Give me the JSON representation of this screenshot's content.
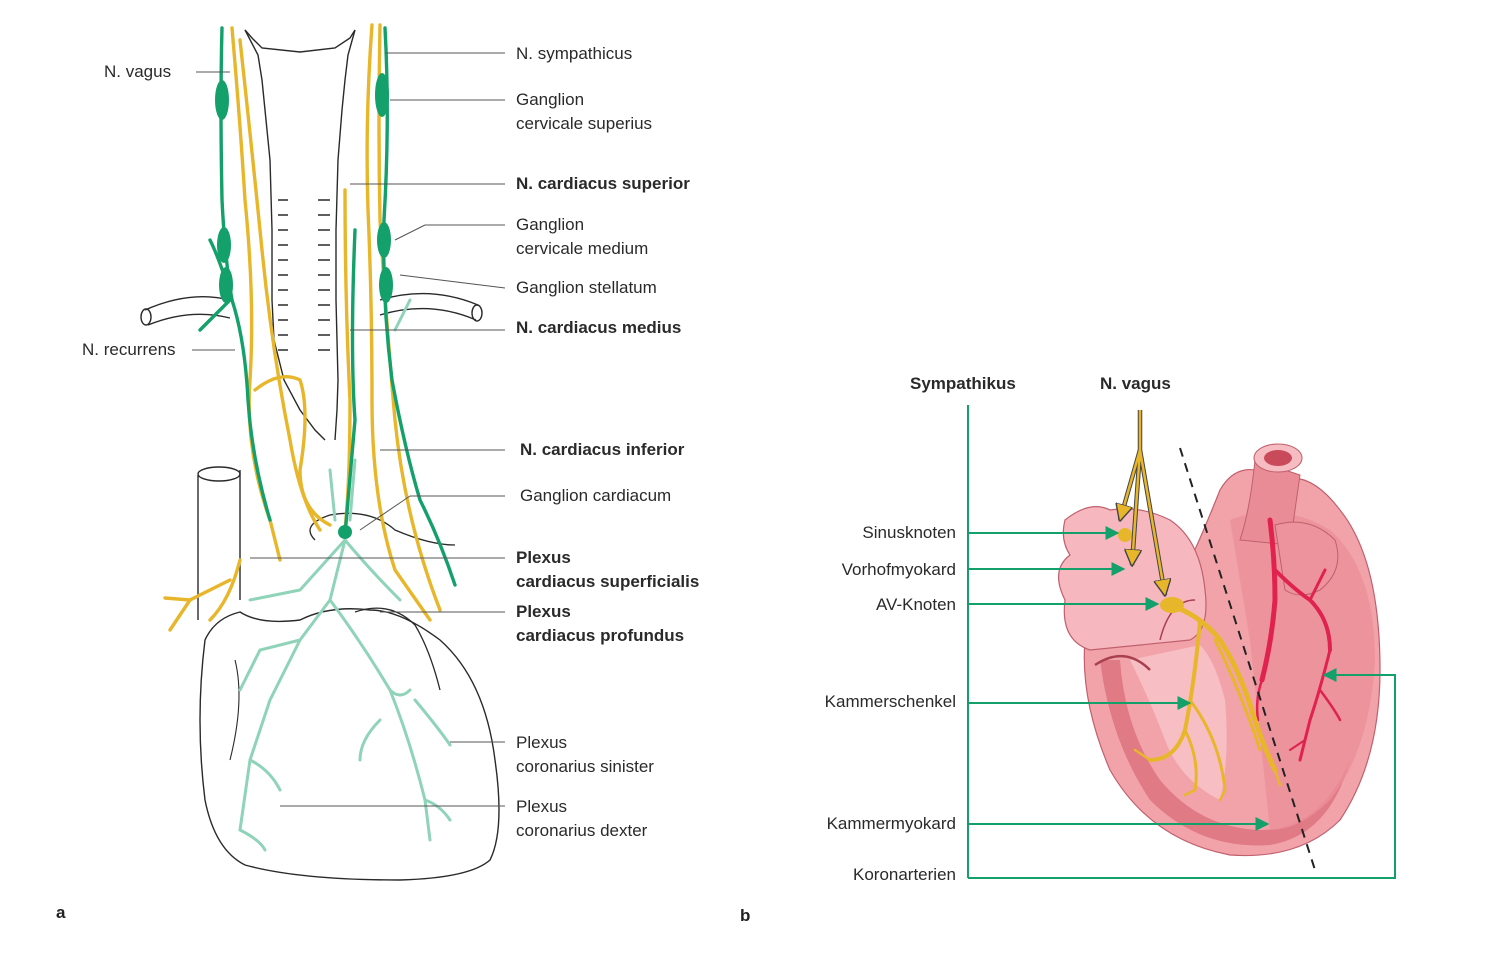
{
  "panel_a": {
    "letter": "a",
    "labels": {
      "n_vagus": "N. vagus",
      "n_recurrens": "N. recurrens",
      "n_sympathicus": "N. sympathicus",
      "ganglion_cervicale_superius_1": "Ganglion",
      "ganglion_cervicale_superius_2": "cervicale superius",
      "n_cardiacus_superior": "N. cardiacus superior",
      "ganglion_cervicale_medium_1": "Ganglion",
      "ganglion_cervicale_medium_2": "cervicale medium",
      "ganglion_stellatum": "Ganglion stellatum",
      "n_cardiacus_medius": "N. cardiacus medius",
      "n_cardiacus_inferior": "N. cardiacus inferior",
      "ganglion_cardiacum": "Ganglion cardiacum",
      "plexus_superficialis_1": "Plexus",
      "plexus_superficialis_2": "cardiacus superficialis",
      "plexus_profundus_1": "Plexus",
      "plexus_profundus_2": "cardiacus profundus",
      "plexus_coronarius_sinister_1": "Plexus",
      "plexus_coronarius_sinister_2": "coronarius sinister",
      "plexus_coronarius_dexter_1": "Plexus",
      "plexus_coronarius_dexter_2": "coronarius dexter"
    }
  },
  "panel_b": {
    "letter": "b",
    "header_sympathikus": "Sympathikus",
    "header_vagus": "N. vagus",
    "targets": [
      "Sinusknoten",
      "Vorhofmyokard",
      "AV-Knoten",
      "Kammerschenkel",
      "Kammermyokard",
      "Koronarterien"
    ]
  },
  "colors": {
    "vagus_green": "#14a06a",
    "sympathetic_yellow": "#e8b62a",
    "plexus_light_green": "#8fd3b8",
    "heart_pink": "#f2a3aa",
    "heart_dark": "#e07a85",
    "coronary_red": "#e0224f",
    "outline": "#2a2a2a"
  }
}
